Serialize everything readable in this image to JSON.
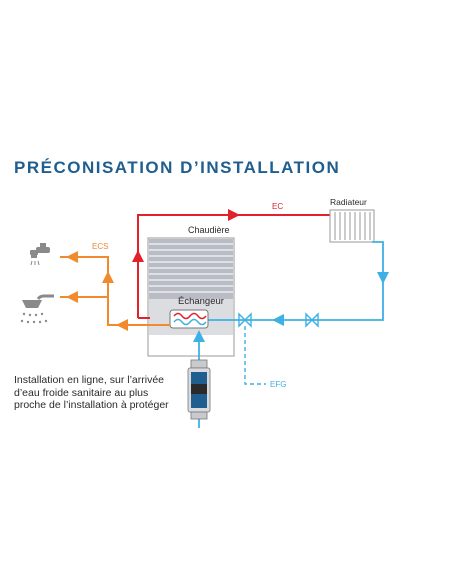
{
  "title": "PRÉCONISATION D’INSTALLATION",
  "labels": {
    "ec": "EC",
    "radiateur": "Radiateur",
    "chaudiere": "Chaudière",
    "ecs": "ECS",
    "echangeur": "Échangeur",
    "efg": "EFG"
  },
  "note_lines": [
    "Installation en ligne, sur l’arrivée",
    "d’eau froide sanitaire au plus",
    "proche de l’installation à protéger"
  ],
  "colors": {
    "title": "#1f5e8f",
    "hot_heating": "#e2212b",
    "hot_sanitary": "#f08a2c",
    "cold_water": "#3db1e3",
    "boiler_stripes": "#b9bcc4",
    "boiler_outline": "#9a9a9a"
  },
  "icons": [
    "tap-icon",
    "shower-icon",
    "valve-icon",
    "radiator-icon",
    "filter-device-icon"
  ]
}
